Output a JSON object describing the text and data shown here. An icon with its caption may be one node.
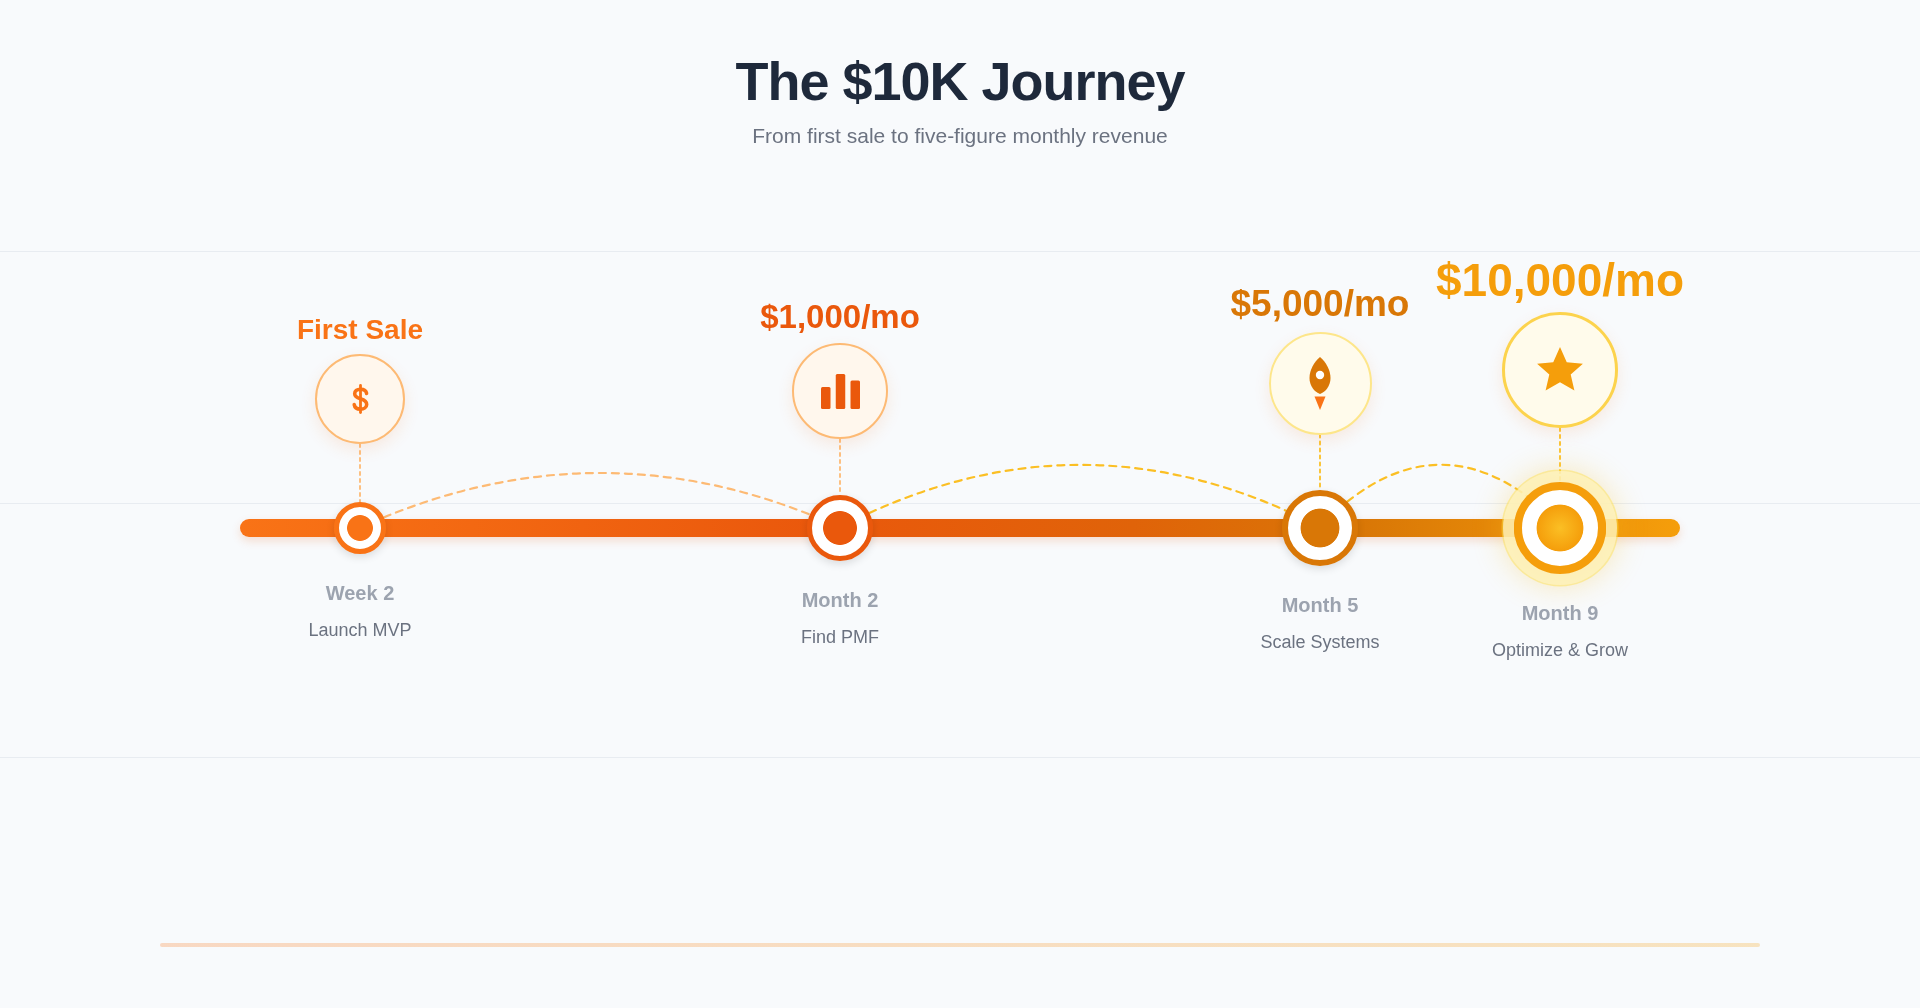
{
  "diagram": {
    "title": "The $10K Journey",
    "nodes": [
      {
        "text": [],
        "shape": "circle",
        "beside": [
          "First Sale"
        ]
      },
      {
        "text": [],
        "shape": "circle",
        "beside": [
          "Week 2",
          "Launch MVP"
        ]
      },
      {
        "text": [],
        "shape": "circle",
        "beside": [
          "$1,000/mo"
        ]
      },
      {
        "text": [],
        "shape": "circle",
        "beside": [
          "Month 2",
          "Find PMF"
        ]
      },
      {
        "text": [],
        "shape": "circle",
        "beside": [
          "$5,000/mo"
        ]
      },
      {
        "text": [],
        "shape": "circle",
        "beside": [
          "Month 5",
          "Scale Systems"
        ]
      },
      {
        "text": [],
        "shape": "circle",
        "beside": [
          "$10,000/mo"
        ]
      },
      {
        "text": [],
        "shape": "circle",
        "beside": [
          "Month 9",
          "Optimize & Grow"
        ]
      }
    ],
    "edges": [
      {
        "from": 0,
        "to": 1,
        "arrow": "none",
        "style": "dashed",
        "color": "#fdba74"
      },
      {
        "from": 1,
        "to": 3,
        "arrow": "none",
        "style": "dashed",
        "color": "#fdba74"
      },
      {
        "from": 2,
        "to": 3,
        "arrow": "none",
        "style": "dashed",
        "color": "#fdba74"
      },
      {
        "from": 3,
        "to": 5,
        "arrow": "none",
        "style": "dashed"
      },
      {
        "from": 4,
        "to": 5,
        "arrow": "none",
        "style": "dashed"
      },
      {
        "from": 5,
        "to": 7,
        "arrow": "none",
        "style": "dashed"
      },
      {
        "from": 6,
        "to": 7,
        "arrow": "none",
        "style": "dashed"
      }
    ],
    "labels": [
      "From first sale to five-figure monthly revenue"
    ]
  }
}
